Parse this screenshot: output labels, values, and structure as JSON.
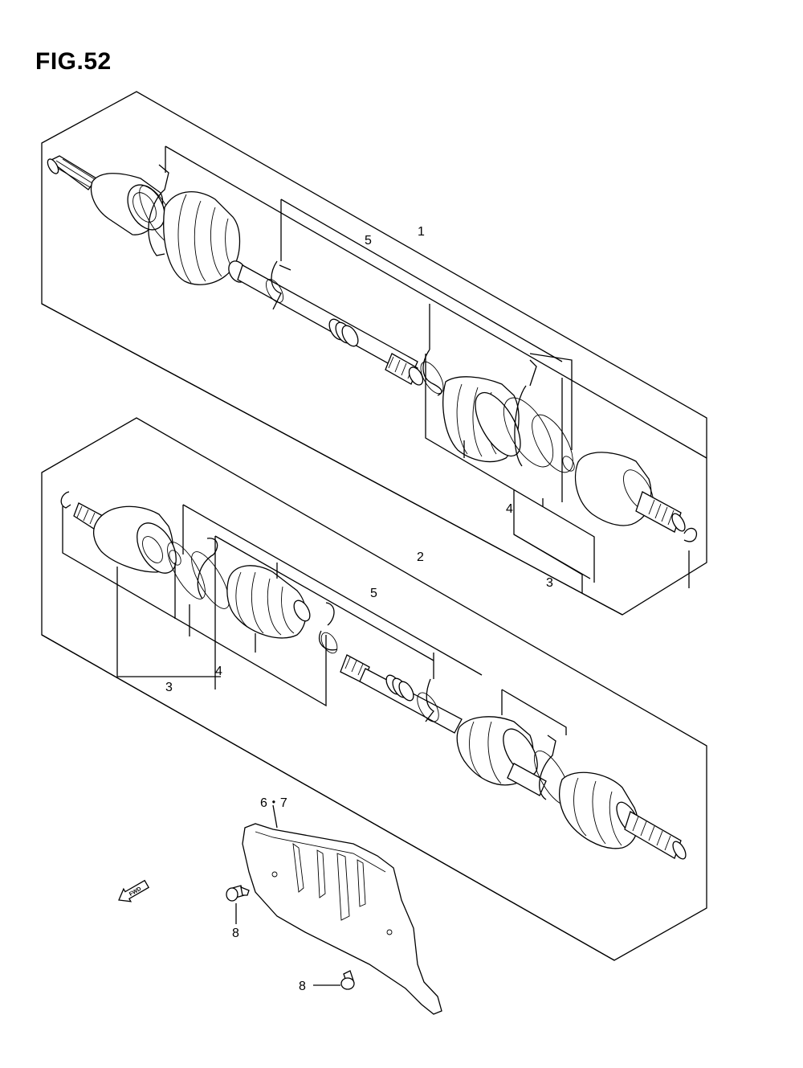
{
  "figure": {
    "title": "FIG.52"
  },
  "callouts": {
    "c1": "1",
    "c5a": "5",
    "c4a": "4",
    "c3a": "3",
    "c2": "2",
    "c5b": "5",
    "c4b": "4",
    "c3b": "3",
    "c67": "6・7",
    "c8a": "8",
    "c8b": "8"
  },
  "fwd_badge": "FWD",
  "colors": {
    "line": "#000000",
    "background": "#ffffff"
  }
}
